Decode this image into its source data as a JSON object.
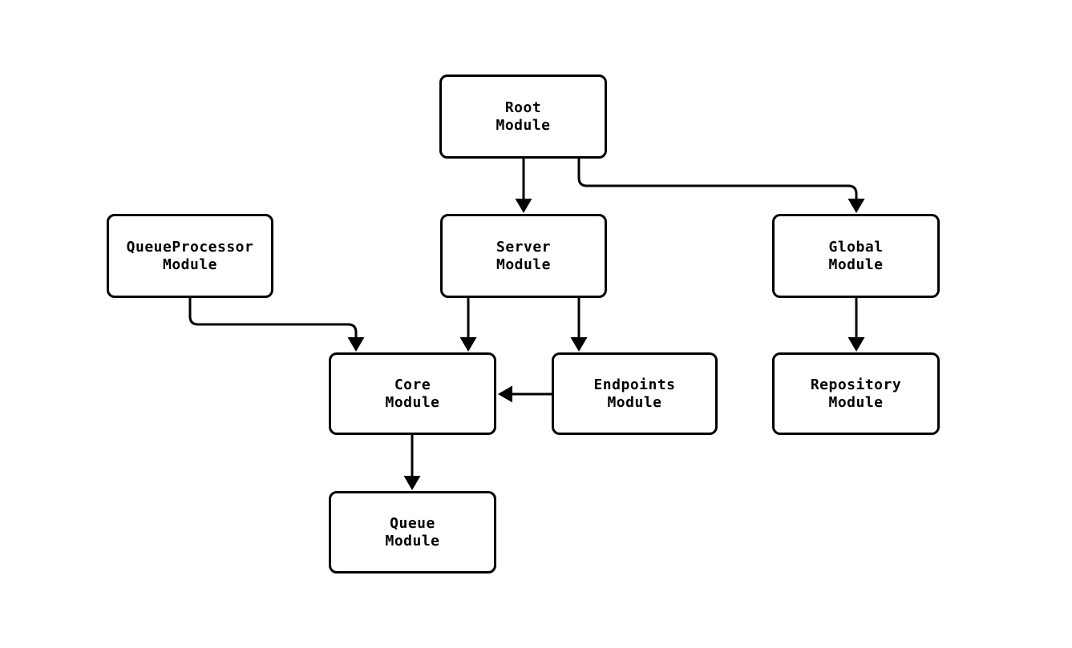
{
  "diagram": {
    "type": "module-dependency-graph",
    "background_color": "#ffffff",
    "stroke_color": "#000000",
    "node_fill_color": "#ffffff",
    "nodes": [
      {
        "id": "root",
        "label_line1": "Root",
        "label_line2": "Module"
      },
      {
        "id": "queueprocessor",
        "label_line1": "QueueProcessor",
        "label_line2": "Module"
      },
      {
        "id": "server",
        "label_line1": "Server",
        "label_line2": "Module"
      },
      {
        "id": "global",
        "label_line1": "Global",
        "label_line2": "Module"
      },
      {
        "id": "core",
        "label_line1": "Core",
        "label_line2": "Module"
      },
      {
        "id": "endpoints",
        "label_line1": "Endpoints",
        "label_line2": "Module"
      },
      {
        "id": "repository",
        "label_line1": "Repository",
        "label_line2": "Module"
      },
      {
        "id": "queue",
        "label_line1": "Queue",
        "label_line2": "Module"
      }
    ],
    "edges": [
      {
        "from": "root",
        "to": "server"
      },
      {
        "from": "root",
        "to": "global"
      },
      {
        "from": "queueprocessor",
        "to": "core"
      },
      {
        "from": "server",
        "to": "core"
      },
      {
        "from": "server",
        "to": "endpoints"
      },
      {
        "from": "endpoints",
        "to": "core"
      },
      {
        "from": "global",
        "to": "repository"
      },
      {
        "from": "core",
        "to": "queue"
      }
    ]
  }
}
